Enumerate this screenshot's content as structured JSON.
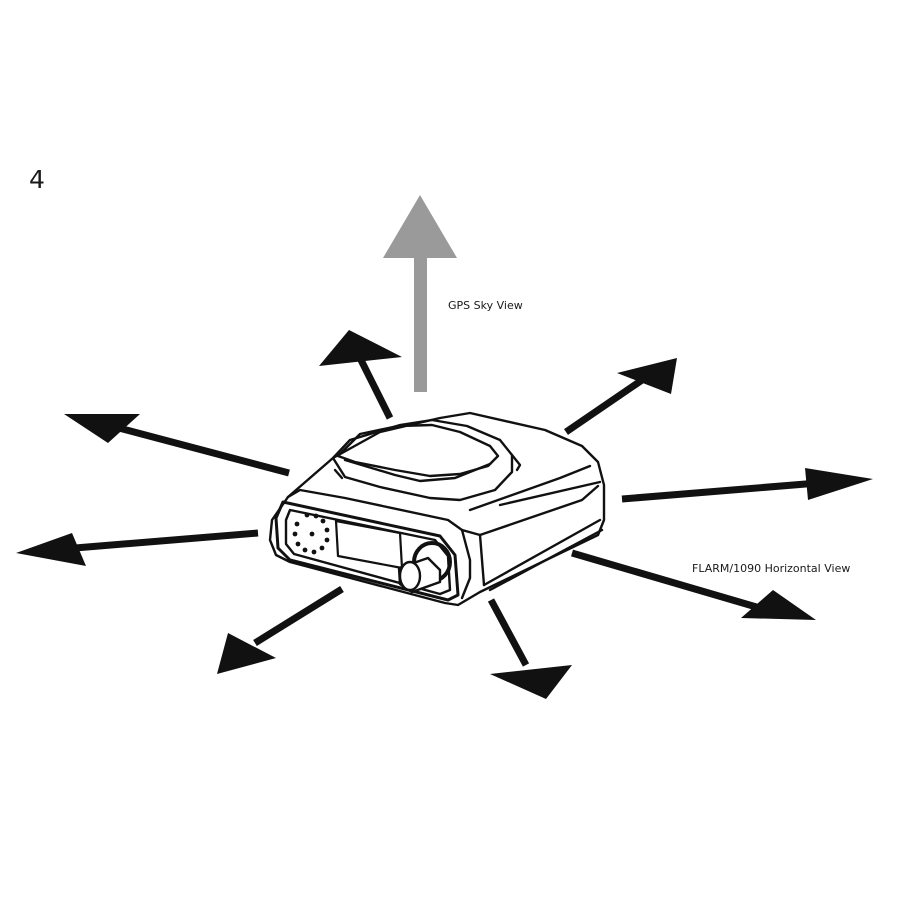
{
  "step_number": "4",
  "labels": {
    "sky_view": "GPS Sky View",
    "horizontal_view": "FLARM/1090 Horizontal View"
  },
  "colors": {
    "sky_arrow": "#9a9a9a",
    "horizontal_arrows": "#111111",
    "device_outline": "#111111"
  }
}
